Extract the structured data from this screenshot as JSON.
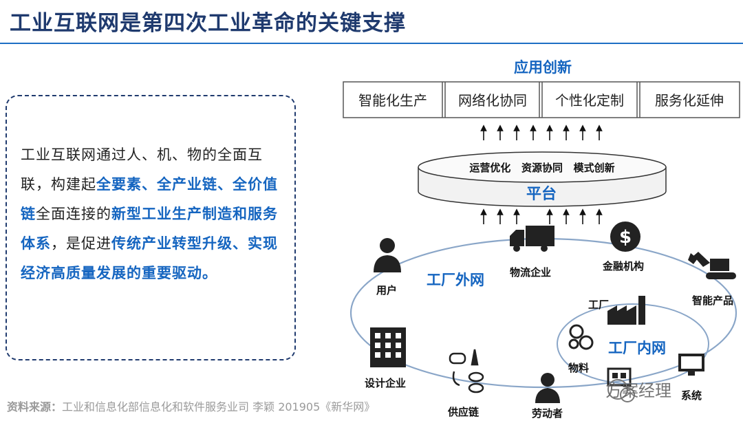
{
  "title": "工业互联网是第四次工业革命的关键支撑",
  "paragraph": {
    "p1": "工业互联网通过人、机、物的全面互联，构建起",
    "h1": "全要素、全产业链、全价值链",
    "p2": "全面连接的",
    "h2": "新型工业生产制造和服务体系",
    "p3": "，是促进",
    "h3": "传统产业转型升级、实现经济高质量发展的重要驱动。"
  },
  "source": {
    "label": "资料来源：",
    "text": "工业和信息化部信息化和软件服务业司 李颖   201905《新华网》"
  },
  "diagram": {
    "app_title": "应用创新",
    "app_boxes": [
      "智能化生产",
      "网络化协同",
      "个性化定制",
      "服务化延伸"
    ],
    "platform_top": "运营优化   资源协同   模式创新",
    "platform_label": "平台",
    "outer_label": "工厂外网",
    "inner_label": "工厂内网",
    "nodes": {
      "user": "用户",
      "logistics": "物流企业",
      "finance": "金融机构",
      "smart_product": "智能产品",
      "factory": "工厂",
      "material": "物料",
      "system": "系统",
      "worker": "劳动者",
      "supply": "供应链",
      "design": "设计企业"
    }
  },
  "watermark": "方案经理",
  "colors": {
    "title": "#1f3a6e",
    "accent": "#1565c0",
    "rule": "#1d6fc4"
  }
}
